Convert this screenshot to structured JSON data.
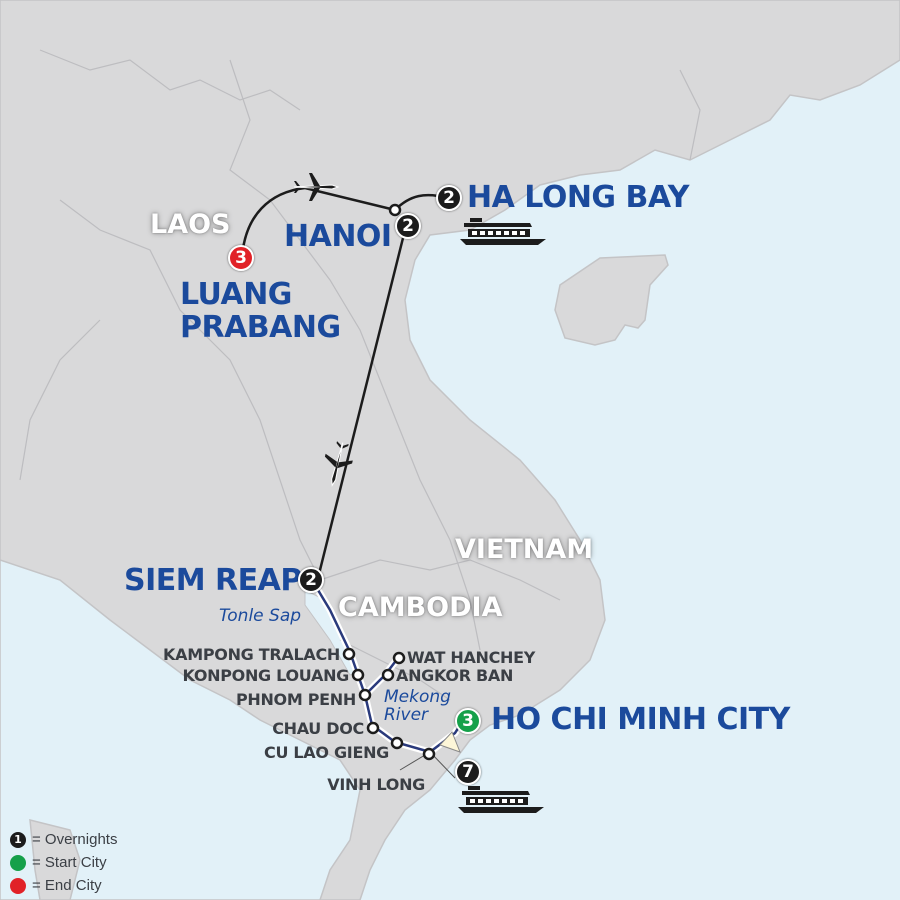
{
  "map": {
    "countries": [
      {
        "id": "laos",
        "label": "LAOS"
      },
      {
        "id": "vietnam",
        "label": "VIETNAM"
      },
      {
        "id": "cambodia",
        "label": "CAMBODIA"
      }
    ],
    "cities": [
      {
        "id": "luang-prabang",
        "label_line1": "LUANG",
        "label_line2": "PRABANG",
        "overnights": "3",
        "type": "end"
      },
      {
        "id": "hanoi",
        "label": "HANOI",
        "overnights": "2",
        "type": "overnight"
      },
      {
        "id": "ha-long-bay",
        "label": "HA LONG BAY",
        "overnights": "2",
        "type": "overnight"
      },
      {
        "id": "siem-reap",
        "label": "SIEM REAP",
        "overnights": "2",
        "type": "overnight"
      },
      {
        "id": "ho-chi-minh-city",
        "label": "HO CHI MINH CITY",
        "overnights": "3",
        "type": "start"
      },
      {
        "id": "river-cruise",
        "label": "",
        "overnights": "7",
        "type": "overnight"
      }
    ],
    "stops": [
      {
        "id": "kampong-tralach",
        "label": "KAMPONG TRALACH"
      },
      {
        "id": "konpong-louang",
        "label": "KONPONG LOUANG"
      },
      {
        "id": "phnom-penh",
        "label": "PHNOM PENH"
      },
      {
        "id": "chau-doc",
        "label": "CHAU DOC"
      },
      {
        "id": "cu-lao-gieng",
        "label": "CU LAO GIENG"
      },
      {
        "id": "vinh-long",
        "label": "VINH LONG"
      },
      {
        "id": "wat-hanchey",
        "label": "WAT HANCHEY"
      },
      {
        "id": "angkor-ban",
        "label": "ANGKOR BAN"
      }
    ],
    "water_labels": [
      {
        "id": "tonle-sap",
        "label": "Tonle Sap"
      },
      {
        "id": "mekong-river",
        "label_line1": "Mekong",
        "label_line2": "River"
      }
    ],
    "icons": [
      "plane-icon",
      "plane-icon",
      "ship-icon",
      "ship-icon"
    ]
  },
  "legend": {
    "overnights_sample": "1",
    "overnights": "= Overnights",
    "start_city": "= Start City",
    "end_city": "= End City"
  },
  "colors": {
    "water": "#e2f1f8",
    "land": "#d9d9da",
    "city_label": "#1b4a9c",
    "route_river": "#2a3a7c",
    "start": "#15a04a",
    "end": "#e12228",
    "overnight": "#1c1c1c"
  }
}
